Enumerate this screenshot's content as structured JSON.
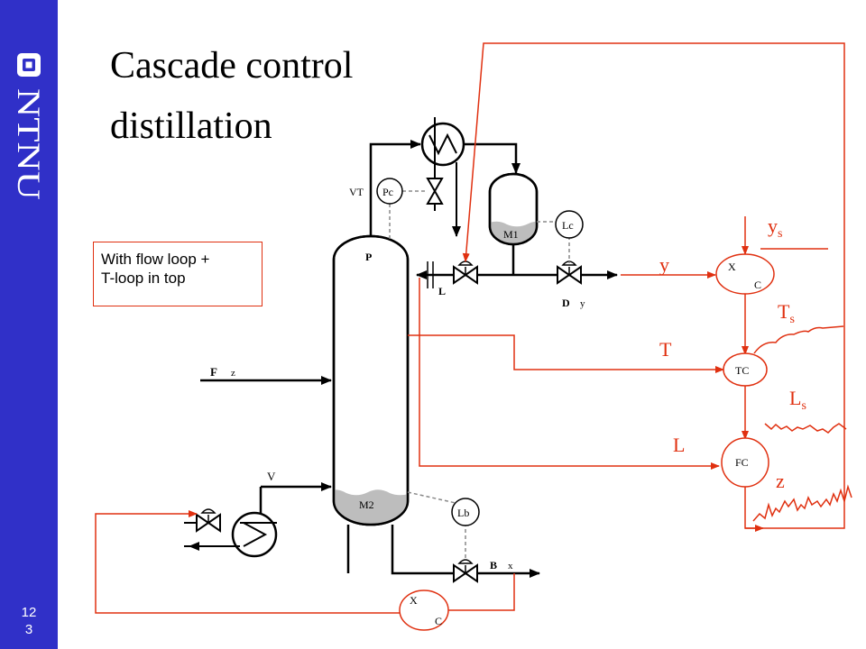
{
  "slide": {
    "title_line1": "Cascade control",
    "title_line2": "distillation",
    "page_number_line1": "12",
    "page_number_line2": "3"
  },
  "branding": {
    "logo_text": "NTNU",
    "logo_icon": "ntnu-square-logo",
    "sidebar_color": "#3030c8"
  },
  "note": {
    "line1": "With flow loop +",
    "line2": "T-loop in top"
  },
  "diagram": {
    "colors": {
      "signal": "#e03010",
      "process": "#000000",
      "liquid": "#bdbdbd"
    },
    "process_labels": {
      "vt": "VT",
      "pc": "Pc",
      "lc": "Lc",
      "lb": "Lb",
      "m1": "M1",
      "m2": "M2",
      "p": "P",
      "l": "L",
      "d": "D",
      "d_comp": "y",
      "f": "F",
      "f_comp": "z",
      "v": "V",
      "b": "B",
      "b_comp": "x"
    },
    "controllers": {
      "xc_top_x": "X",
      "xc_top_c": "C",
      "tc": "TC",
      "fc": "FC",
      "xc_bottom_x": "X",
      "xc_bottom_c": "C"
    },
    "signals": {
      "ys_main": "y",
      "ys_sub": "s",
      "y": "y",
      "ts_main": "T",
      "ts_sub": "s",
      "t": "T",
      "ls_main": "L",
      "ls_sub": "s",
      "l": "L",
      "z": "z"
    }
  }
}
